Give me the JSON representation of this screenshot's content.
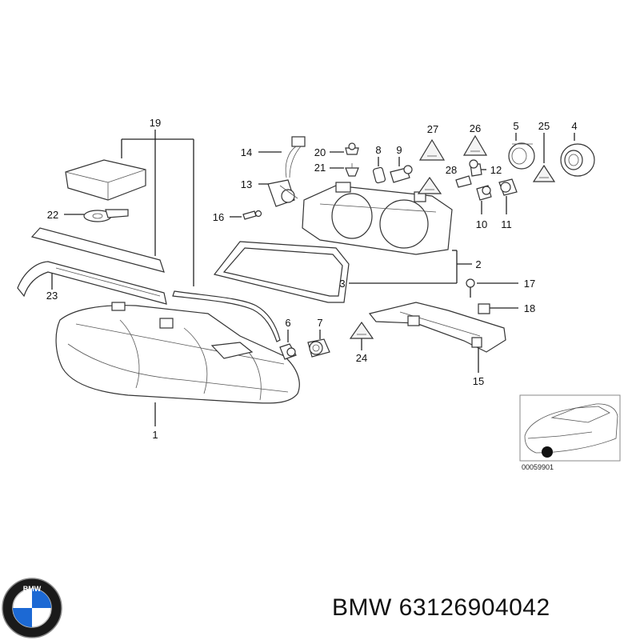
{
  "callouts": {
    "c1": "1",
    "c2": "2",
    "c3": "3",
    "c4": "4",
    "c5": "5",
    "c6": "6",
    "c7": "7",
    "c8": "8",
    "c9": "9",
    "c10": "10",
    "c11": "11",
    "c12": "12",
    "c13": "13",
    "c14": "14",
    "c15": "15",
    "c16": "16",
    "c17": "17",
    "c18": "18",
    "c19": "19",
    "c20": "20",
    "c21": "21",
    "c22": "22",
    "c23": "23",
    "c24": "24",
    "c25": "25",
    "c26": "26",
    "c27": "27",
    "c28": "28"
  },
  "inset": {
    "code": "00059901"
  },
  "footer": {
    "brand_text": "BMW 63126904042",
    "logo_letters": "BMW"
  }
}
